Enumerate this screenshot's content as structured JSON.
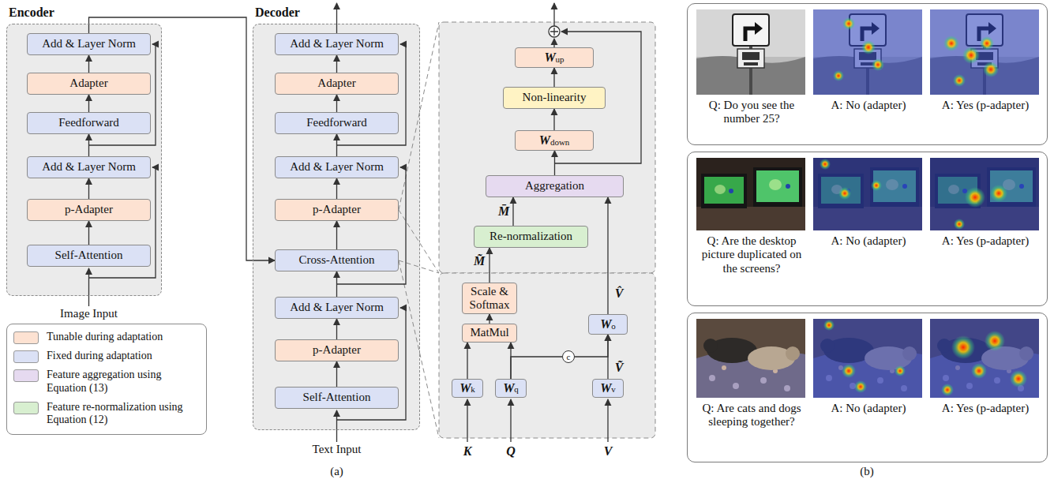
{
  "diagram": {
    "nodes": [
      {
        "text": [
          "Encoder"
        ]
      },
      {
        "text": [
          "Add & Layer Norm"
        ],
        "in": 0
      },
      {
        "text": [
          "Adapter"
        ],
        "in": 0
      },
      {
        "text": [
          "Feedforward"
        ],
        "in": 0
      },
      {
        "text": [
          "Add & Layer Norm"
        ],
        "in": 0
      },
      {
        "text": [
          "p-Adapter"
        ],
        "in": 0
      },
      {
        "text": [
          "Self-Attention"
        ],
        "in": 0
      },
      {
        "text": [
          "Decoder"
        ]
      },
      {
        "text": [
          "Add & Layer Norm"
        ],
        "in": 7
      },
      {
        "text": [
          "Adapter"
        ],
        "in": 7
      },
      {
        "text": [
          "Feedforward"
        ],
        "in": 7
      },
      {
        "text": [
          "Add & Layer Norm"
        ],
        "in": 7
      },
      {
        "text": [
          "p-Adapter"
        ],
        "in": 7
      },
      {
        "text": [
          "Cross-Attention"
        ],
        "in": 7
      },
      {
        "text": [
          "Add & Layer Norm"
        ],
        "in": 7
      },
      {
        "text": [
          "p-Adapter"
        ],
        "in": 7
      },
      {
        "text": [
          "Self-Attention"
        ],
        "in": 7
      },
      {
        "text": [
          "W",
          "up"
        ]
      },
      {
        "text": [
          "Non-linearity"
        ]
      },
      {
        "text": [
          "W",
          "down"
        ]
      },
      {
        "text": [
          "Aggregation"
        ]
      },
      {
        "text": [
          "Re-normalization"
        ]
      },
      {
        "text": [
          "Scale & Softmax"
        ]
      },
      {
        "text": [
          "MatMul"
        ]
      },
      {
        "text": [
          "W",
          "o"
        ]
      },
      {
        "text": [
          "W",
          "k"
        ]
      },
      {
        "text": [
          "W",
          "q"
        ]
      },
      {
        "text": [
          "W",
          "v"
        ]
      },
      {
        "text": [
          "c"
        ]
      },
      {
        "text": [
          "Q: Do you see the number 25?",
          "A: No (adapter)",
          "A: Yes (p-adapter)"
        ]
      },
      {
        "text": [
          "Q: Are the desktop picture duplicated on the screens?",
          "A: No (adapter)",
          "A: Yes (p-adapter)"
        ]
      },
      {
        "text": [
          "Q: Are cats and dogs sleeping together?",
          "A: No (adapter)",
          "A: Yes (p-adapter)"
        ]
      }
    ],
    "edges": [
      {
        "from": 6,
        "to": 5,
        "arrow": "to"
      },
      {
        "from": 5,
        "to": 4,
        "arrow": "to"
      },
      {
        "from": 4,
        "to": 3,
        "arrow": "to"
      },
      {
        "from": 3,
        "to": 2,
        "arrow": "to"
      },
      {
        "from": 2,
        "to": 1,
        "arrow": "to"
      },
      {
        "from": 1,
        "to": 13,
        "arrow": "to"
      },
      {
        "from": 16,
        "to": 15,
        "arrow": "to"
      },
      {
        "from": 15,
        "to": 14,
        "arrow": "to"
      },
      {
        "from": 14,
        "to": 13,
        "arrow": "to"
      },
      {
        "from": 13,
        "to": 12,
        "arrow": "to"
      },
      {
        "from": 12,
        "to": 11,
        "arrow": "to"
      },
      {
        "from": 11,
        "to": 10,
        "arrow": "to"
      },
      {
        "from": 10,
        "to": 9,
        "arrow": "to"
      },
      {
        "from": 9,
        "to": 8,
        "arrow": "to"
      },
      {
        "from": 20,
        "to": 19,
        "arrow": "to"
      },
      {
        "from": 19,
        "to": 18,
        "arrow": "to"
      },
      {
        "from": 18,
        "to": 17,
        "arrow": "to"
      },
      {
        "from": 21,
        "to": 20,
        "arrow": "to",
        "label": "M̄"
      },
      {
        "from": 22,
        "to": 21,
        "arrow": "to",
        "label": "M̃"
      },
      {
        "from": 24,
        "to": 20,
        "arrow": "to",
        "label": "V̂"
      },
      {
        "from": 23,
        "to": 22,
        "arrow": "to"
      },
      {
        "from": 25,
        "to": 23,
        "arrow": "to"
      },
      {
        "from": 26,
        "to": 23,
        "arrow": "to"
      },
      {
        "from": 26,
        "to": 28,
        "arrow": "none"
      },
      {
        "from": 28,
        "to": 24,
        "arrow": "to"
      },
      {
        "from": 27,
        "to": 24,
        "arrow": "to",
        "label": "Ṽ"
      }
    ],
    "labels": [
      "Image Input",
      "Text Input",
      "(a)",
      "K",
      "Q",
      "V",
      "(b)"
    ],
    "legend": [
      {
        "text": "Tunable during adaptation",
        "color": "#fde2d2"
      },
      {
        "text": "Fixed during adaptation",
        "color": "#dbe1f5"
      },
      {
        "text": "Feature aggregation using Equation (13)",
        "color": "#e6daf0"
      },
      {
        "text": "Feature re-normalization using Equation (12)",
        "color": "#d8efd0"
      }
    ]
  }
}
